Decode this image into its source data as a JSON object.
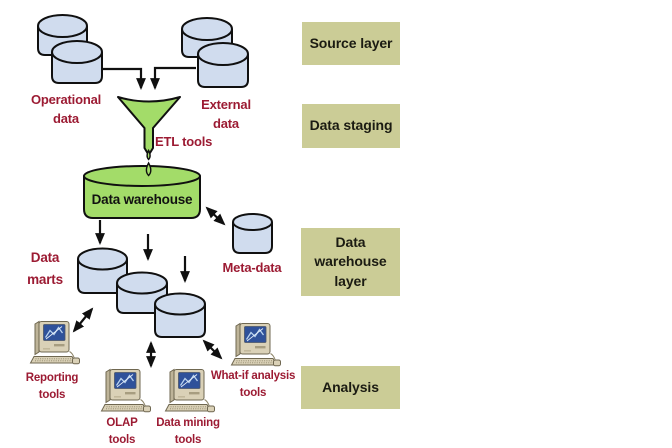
{
  "nodes": {
    "operational": {
      "label": "Operational\ndata"
    },
    "external": {
      "label": "External\ndata"
    },
    "etl": {
      "label": "ETL tools"
    },
    "warehouse": {
      "label": "Data warehouse"
    },
    "metadata": {
      "label": "Meta-data"
    },
    "data_marts": {
      "label": "Data\nmarts"
    },
    "reporting": {
      "label": "Reporting\ntools"
    },
    "olap": {
      "label": "OLAP\ntools"
    },
    "data_mining": {
      "label": "Data mining\ntools"
    },
    "whatif": {
      "label": "What-if analysis\ntools"
    }
  },
  "layer_boxes": [
    {
      "label": "Source layer"
    },
    {
      "label": "Data staging"
    },
    {
      "label": "Data\nwarehouse\nlayer"
    },
    {
      "label": "Analysis"
    }
  ],
  "colors": {
    "database_cylinder_fill": "#d0dcee",
    "etl_and_warehouse_green": "#a3dc69",
    "label_red": "#9c1b33",
    "layer_box_khaki": "#cbcc96",
    "outline_black": "#101010",
    "computer_beige": "#dad1b7",
    "computer_screen_blue": "#2f519a"
  }
}
